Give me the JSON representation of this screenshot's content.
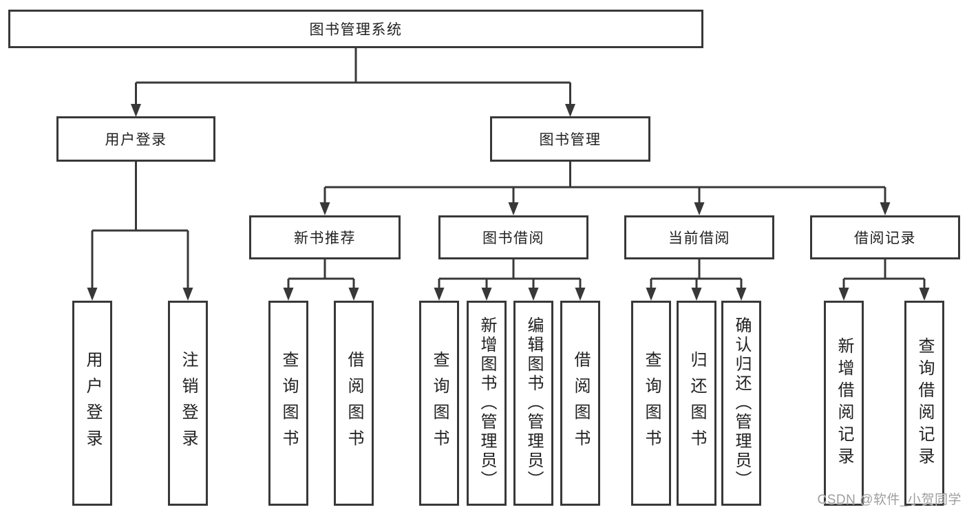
{
  "diagram": {
    "root": "图书管理系统",
    "branches": {
      "user_login": {
        "label": "用户登录",
        "leaves": {
          "login": "用户登录",
          "logout": "注销登录"
        }
      },
      "book_mgmt": {
        "label": "图书管理",
        "sections": {
          "new_book_rec": {
            "label": "新书推荐",
            "leaves": {
              "query_books": "查询图书",
              "borrow_books": "借阅图书"
            }
          },
          "book_borrow": {
            "label": "图书借阅",
            "leaves": {
              "query_books": "查询图书",
              "add_books": "新增图书（管理员）",
              "edit_books": "编辑图书（管理员）",
              "borrow_books": "借阅图书"
            }
          },
          "current_borrow": {
            "label": "当前借阅",
            "leaves": {
              "query_books": "查询图书",
              "return_books": "归还图书",
              "confirm_return": "确认归还（管理员）"
            }
          },
          "borrow_record": {
            "label": "借阅记录",
            "leaves": {
              "add_record": "新增借阅记录",
              "query_record": "查询借阅记录"
            }
          }
        }
      }
    }
  },
  "watermark": "CSDN @软件_小贺同学",
  "colors": {
    "line": "#383838",
    "node_text": "#212121",
    "background": "#ffffff",
    "watermark_text": "#9e9e9e"
  }
}
